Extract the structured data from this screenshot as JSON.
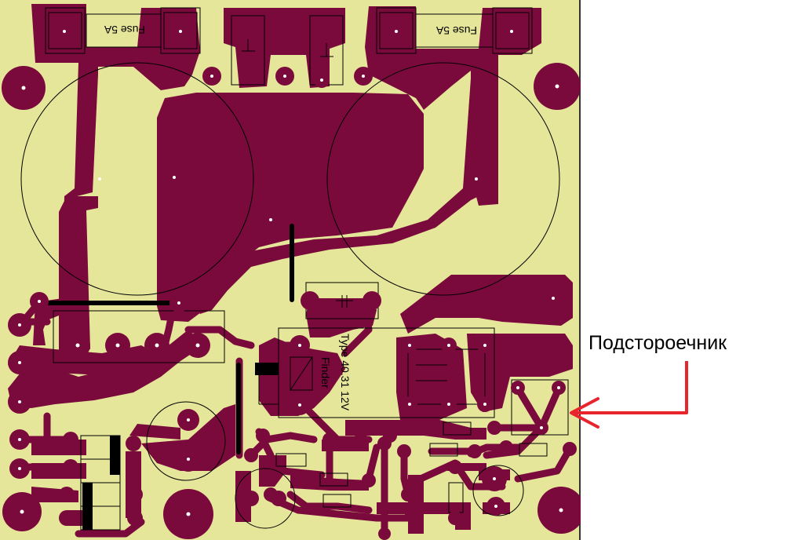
{
  "colors": {
    "board": "#e6e69a",
    "copper": "#7a0a3c",
    "silkscreen": "#000000",
    "jumper": "#000000",
    "drill": "#ffffff",
    "annotation_arrow": "#e8242c"
  },
  "silkscreen": {
    "fuse_left": "Fuse 5A",
    "fuse_right": "Fuse 5A",
    "relay_line1": "Finder",
    "relay_line2": "Type 40.31 12V"
  },
  "annotation": {
    "label": "Подстороечник",
    "arrow_icon": "arrow-left-icon"
  }
}
